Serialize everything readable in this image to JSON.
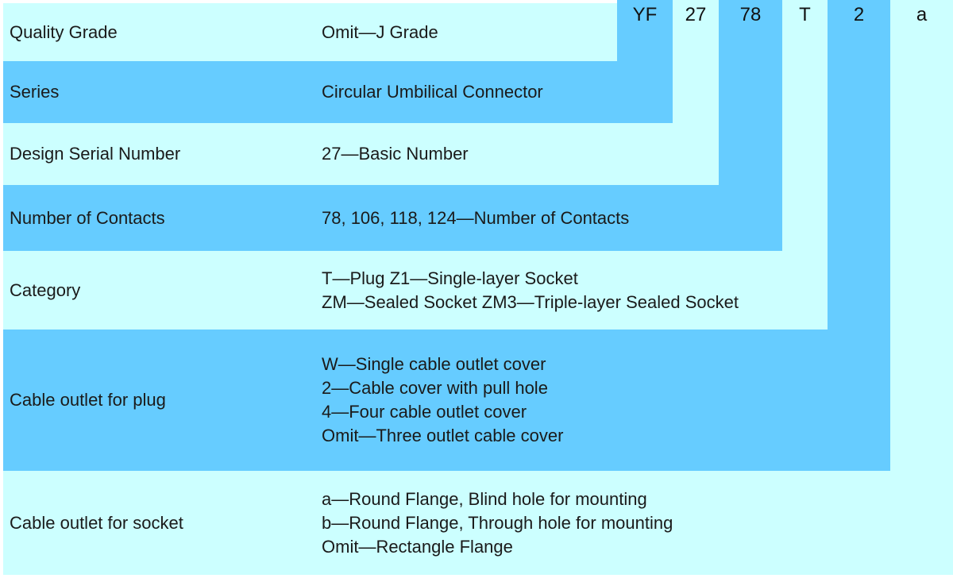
{
  "code": {
    "segments": [
      "YF",
      "27",
      "78",
      "T",
      "2",
      "a"
    ]
  },
  "rows": [
    {
      "label": "Quality Grade",
      "lines": [
        "Omit—J Grade"
      ]
    },
    {
      "label": "Series",
      "lines": [
        "Circular Umbilical Connector"
      ]
    },
    {
      "label": "Design Serial Number",
      "lines": [
        "27—Basic Number"
      ]
    },
    {
      "label": "Number of Contacts",
      "lines": [
        "78, 106, 118, 124—Number of Contacts"
      ]
    },
    {
      "label": "Category",
      "pairs": [
        [
          "T—Plug",
          "Z1—Single-layer Socket"
        ],
        [
          "ZM—Sealed Socket",
          "ZM3—Triple-layer Sealed Socket"
        ]
      ]
    },
    {
      "label": "Cable outlet for plug",
      "lines": [
        "W—Single cable outlet cover",
        "2—Cable cover with pull hole",
        "4—Four cable outlet cover",
        "Omit—Three outlet cable cover"
      ]
    },
    {
      "label": "Cable outlet for socket",
      "lines": [
        "a—Round Flange, Blind hole for mounting",
        "b—Round Flange, Through hole for mounting",
        "Omit—Rectangle Flange"
      ]
    }
  ],
  "colors": {
    "accent_blue": "#66CCFF",
    "light_cyan": "#CCFFFF",
    "background": "#FFFFFF",
    "text": "#1A1A1A"
  }
}
